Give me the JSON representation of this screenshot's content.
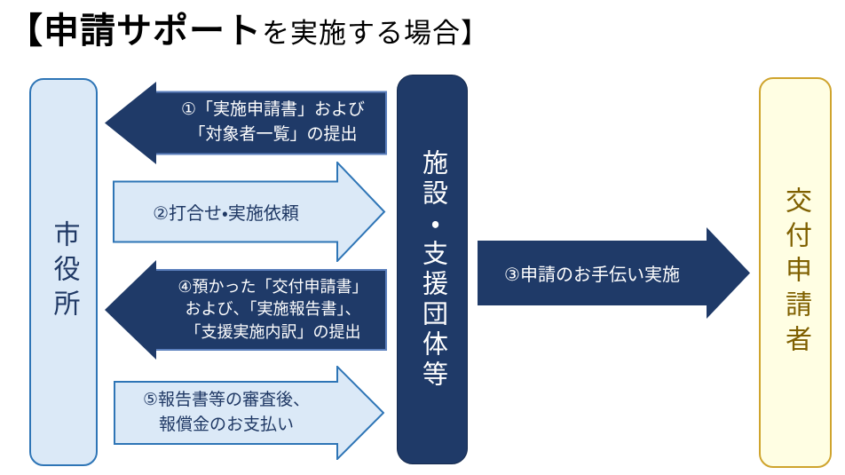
{
  "title": {
    "emphasis": "【申請サポート",
    "rest": "を実施する場合】"
  },
  "actors": [
    {
      "id": "city-hall",
      "label": "市役所"
    },
    {
      "id": "facility",
      "label": "施設・支援団体等"
    },
    {
      "id": "applicant",
      "label": "交付申請者"
    }
  ],
  "arrows": [
    {
      "step": "①",
      "from": "facility",
      "to": "city-hall",
      "direction": "left",
      "variant": "dark",
      "lines": [
        "①「実施申請書」および",
        "「対象者一覧」の提出"
      ]
    },
    {
      "step": "②",
      "from": "city-hall",
      "to": "facility",
      "direction": "right",
      "variant": "light",
      "lines": [
        "②打合せ・実施依頼"
      ]
    },
    {
      "step": "③",
      "from": "facility",
      "to": "applicant",
      "direction": "right",
      "variant": "dark",
      "lines": [
        "③申請のお手伝い実施"
      ]
    },
    {
      "step": "④",
      "from": "facility",
      "to": "city-hall",
      "direction": "left",
      "variant": "dark",
      "lines": [
        "④預かった「交付申請書」",
        "および、「実施報告書」、",
        "「支援実施内訳」の提出"
      ]
    },
    {
      "step": "⑤",
      "from": "city-hall",
      "to": "facility",
      "direction": "right",
      "variant": "light",
      "lines": [
        "⑤報告書等の審査後、",
        "報償金のお支払い"
      ]
    }
  ],
  "colors": {
    "dark_navy": "#1f3a68",
    "navy_text": "#1f3864",
    "light_blue_fill": "#dbe9f7",
    "blue_border": "#2e75b6",
    "dark_body_outline": "#5b7fbd",
    "pale_yellow_fill": "#fffee3",
    "gold_border": "#cfa42d",
    "gold_text": "#7f6000",
    "title_text": "#000000",
    "white_text": "#ffffff"
  }
}
